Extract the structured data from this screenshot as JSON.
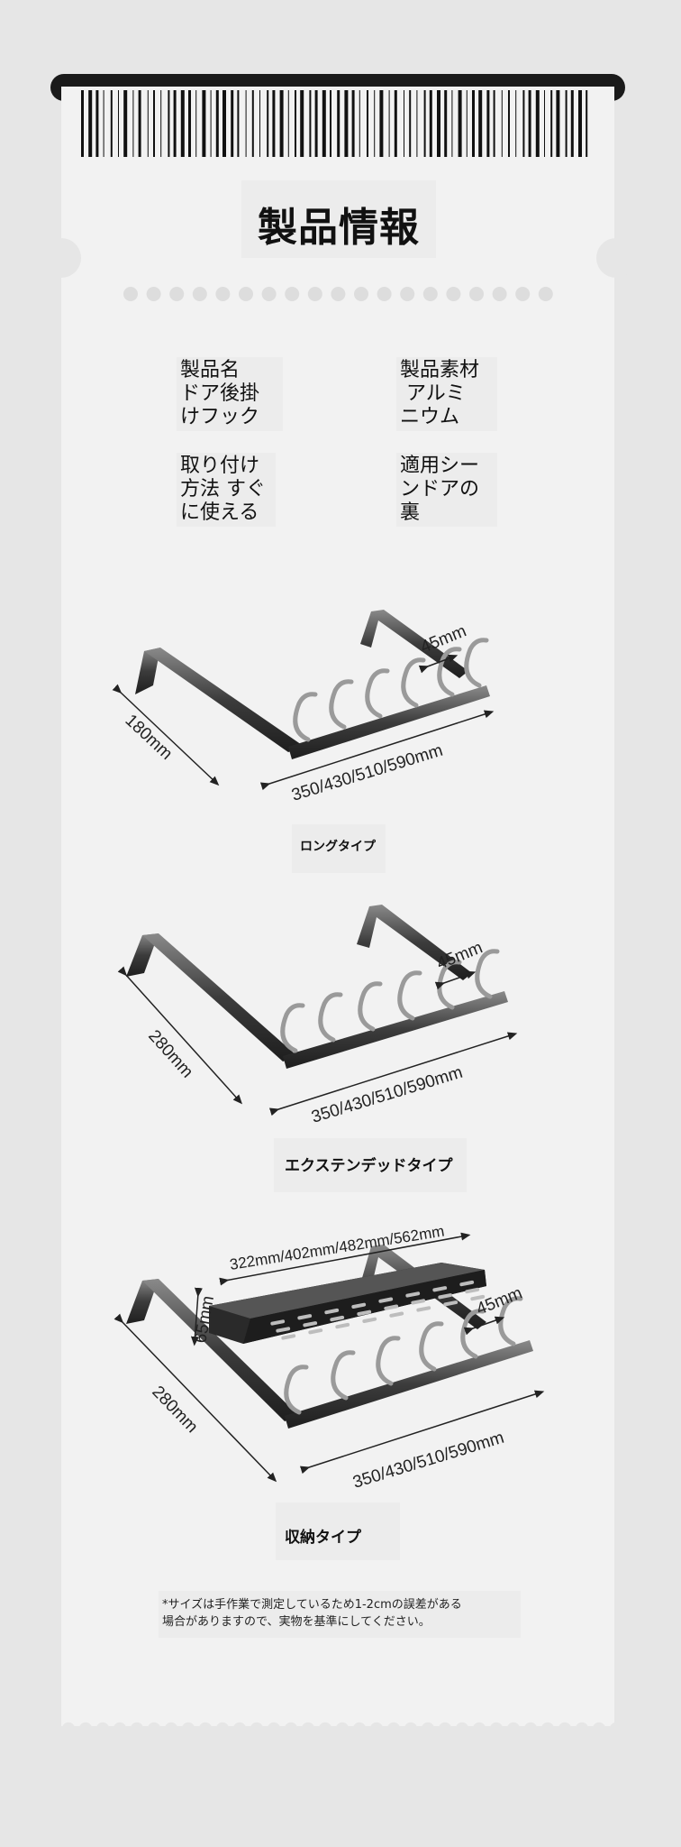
{
  "title": "製品情報",
  "specs": {
    "product_name": [
      "製品名",
      "ドア後掛",
      "けフック"
    ],
    "material": [
      "製品素材",
      " アルミ",
      "ニウム"
    ],
    "install": [
      "取り付け",
      "方法 すぐ",
      "に使える"
    ],
    "scene": [
      "適用シー",
      "ンドアの",
      "裏"
    ]
  },
  "long_type": {
    "caption": "ロングタイプ",
    "dim_depth": "180mm",
    "dim_width": "350/430/510/590mm",
    "dim_gap": "45mm"
  },
  "extended_type": {
    "caption": "エクステンデッドタイプ",
    "dim_depth": "280mm",
    "dim_width": "350/430/510/590mm",
    "dim_gap": "45mm"
  },
  "storage_type": {
    "caption": "収納タイプ",
    "dim_depth": "280mm",
    "dim_width": "350/430/510/590mm",
    "dim_gap": "45mm",
    "dim_tray_width": "322mm/402mm/482mm/562mm",
    "dim_tray_height": "65mm"
  },
  "note": [
    "*サイズは手作業で測定しているため1-2cmの誤差がある",
    "場合がありますので、実物を基準にしてください。"
  ]
}
